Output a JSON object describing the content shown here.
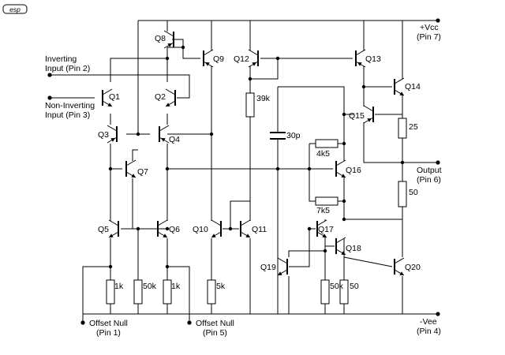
{
  "logo_text": "esp",
  "rails": {
    "vcc": "+Vcc",
    "vcc_pin": "(Pin 7)",
    "vee": "-Vee",
    "vee_pin": "(Pin 4)"
  },
  "pins": {
    "inv_line1": "Inverting",
    "inv_line2": "Input (Pin 2)",
    "noninv_line1": "Non-Inverting",
    "noninv_line2": "Input (Pin 3)",
    "out_line1": "Output",
    "out_line2": "(Pin 6)",
    "null1_line1": "Offset Null",
    "null1_line2": "(Pin 1)",
    "null5_line1": "Offset Null",
    "null5_line2": "(Pin 5)"
  },
  "transistors": {
    "q1": "Q1",
    "q2": "Q2",
    "q3": "Q3",
    "q4": "Q4",
    "q5": "Q5",
    "q6": "Q6",
    "q7": "Q7",
    "q8": "Q8",
    "q9": "Q9",
    "q10": "Q10",
    "q11": "Q11",
    "q12": "Q12",
    "q13": "Q13",
    "q14": "Q14",
    "q15": "Q15",
    "q16": "Q16",
    "q17": "Q17",
    "q18": "Q18",
    "q19": "Q19",
    "q20": "Q20"
  },
  "components": {
    "r_39k": "39k",
    "c_30p": "30p",
    "r_4k5": "4k5",
    "r_7k5": "7k5",
    "r_25": "25",
    "r_50_out": "50",
    "r_1k_a": "1k",
    "r_50k_a": "50k",
    "r_1k_b": "1k",
    "r_5k": "5k",
    "r_50k_b": "50k",
    "r_50_b": "50"
  }
}
